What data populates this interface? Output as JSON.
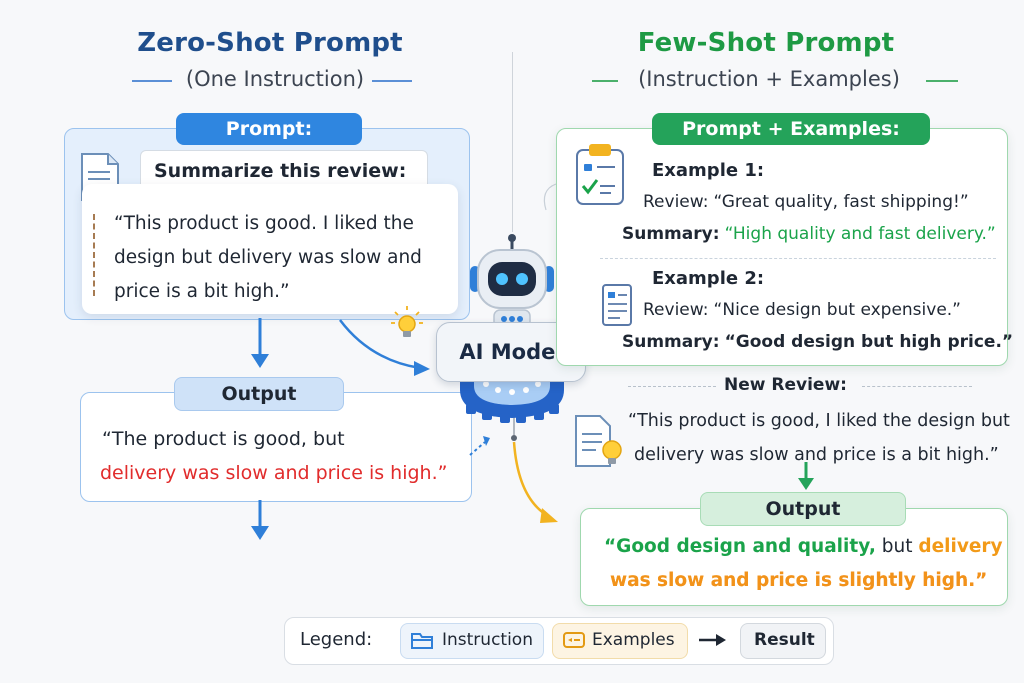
{
  "zero_shot": {
    "title": "Zero-Shot Prompt",
    "subtitle": "(One Instruction)",
    "prompt_label": "Prompt:",
    "instruction": "Summarize this review:",
    "review_lines": [
      "“This product is good. I liked the",
      "design but delivery was slow and",
      "price is a bit high.”"
    ],
    "output_label": "Output",
    "output_line1": "“The product is good, but",
    "output_line2": "delivery was slow and price is high.”"
  },
  "few_shot": {
    "title": "Few-Shot Prompt",
    "subtitle": "(Instruction + Examples)",
    "prompt_label": "Prompt + Examples:",
    "example1": {
      "title": "Example 1:",
      "review_key": "Review:",
      "review": "“Great quality, fast shipping!”",
      "summary_key": "Summary:",
      "summary": "“High quality and fast delivery.”"
    },
    "example2": {
      "title": "Example 2:",
      "review_key": "Review:",
      "review": "“Nice design but expensive.”",
      "summary_key": "Summary:",
      "summary": "“Good design but high price.”"
    },
    "new_review_label": "New Review:",
    "new_review_line1": "“This product is good, I liked the design but",
    "new_review_line2": "delivery was slow and price is a bit high.”",
    "output_label": "Output",
    "output_line1_a": "“Good design and quality,",
    "output_line1_b": " but ",
    "output_line1_c": "delivery",
    "output_line2": "was slow and price is slightly high.”"
  },
  "model_label": "AI Model",
  "legend": {
    "label": "Legend:",
    "instruction": "Instruction",
    "examples": "Examples",
    "result": "Result"
  },
  "colors": {
    "zero_blue": "#1f4e8c",
    "few_green": "#1e9a44",
    "prompt_pill_blue": "#2f86e0",
    "prompt_pill_green": "#24a35a",
    "output_red": "#e12c2c",
    "output_orange": "#f29a18"
  },
  "icons": [
    "document-icon",
    "clipboard-check-icon",
    "lightbulb-icon",
    "robot-icon",
    "gear-icon",
    "folder-icon",
    "tag-icon",
    "arrow-right-icon"
  ]
}
